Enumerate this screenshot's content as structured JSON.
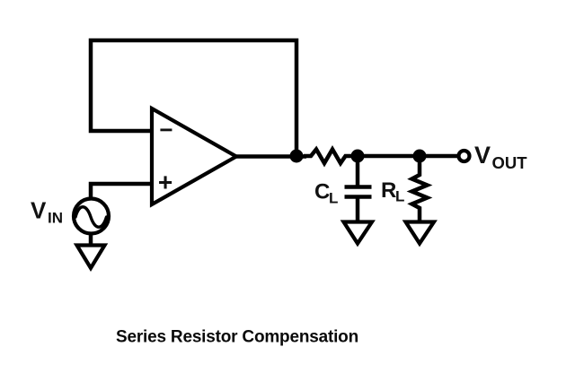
{
  "caption": "Series Resistor Compensation",
  "colors": {
    "line": "#000000",
    "background": "#ffffff",
    "label": "#111111"
  },
  "opamp": {
    "inverting_label": "−",
    "noninverting_label": "+"
  },
  "labels": {
    "vin": {
      "main": "V",
      "sub": "IN"
    },
    "vout": {
      "main": "V",
      "sub": "OUT"
    },
    "load_capacitor": {
      "main": "C",
      "sub": "L"
    },
    "load_resistor": {
      "main": "R",
      "sub": "L"
    }
  },
  "components": [
    {
      "name": "op-amp",
      "type": "operational-amplifier"
    },
    {
      "name": "vin-source",
      "type": "ac-voltage-source"
    },
    {
      "name": "series-resistor",
      "type": "resistor"
    },
    {
      "name": "load-capacitor",
      "type": "capacitor"
    },
    {
      "name": "load-resistor",
      "type": "resistor"
    },
    {
      "name": "vout-terminal",
      "type": "open-circle-terminal"
    },
    {
      "name": "ground-symbol",
      "type": "ground",
      "count": 3
    }
  ]
}
